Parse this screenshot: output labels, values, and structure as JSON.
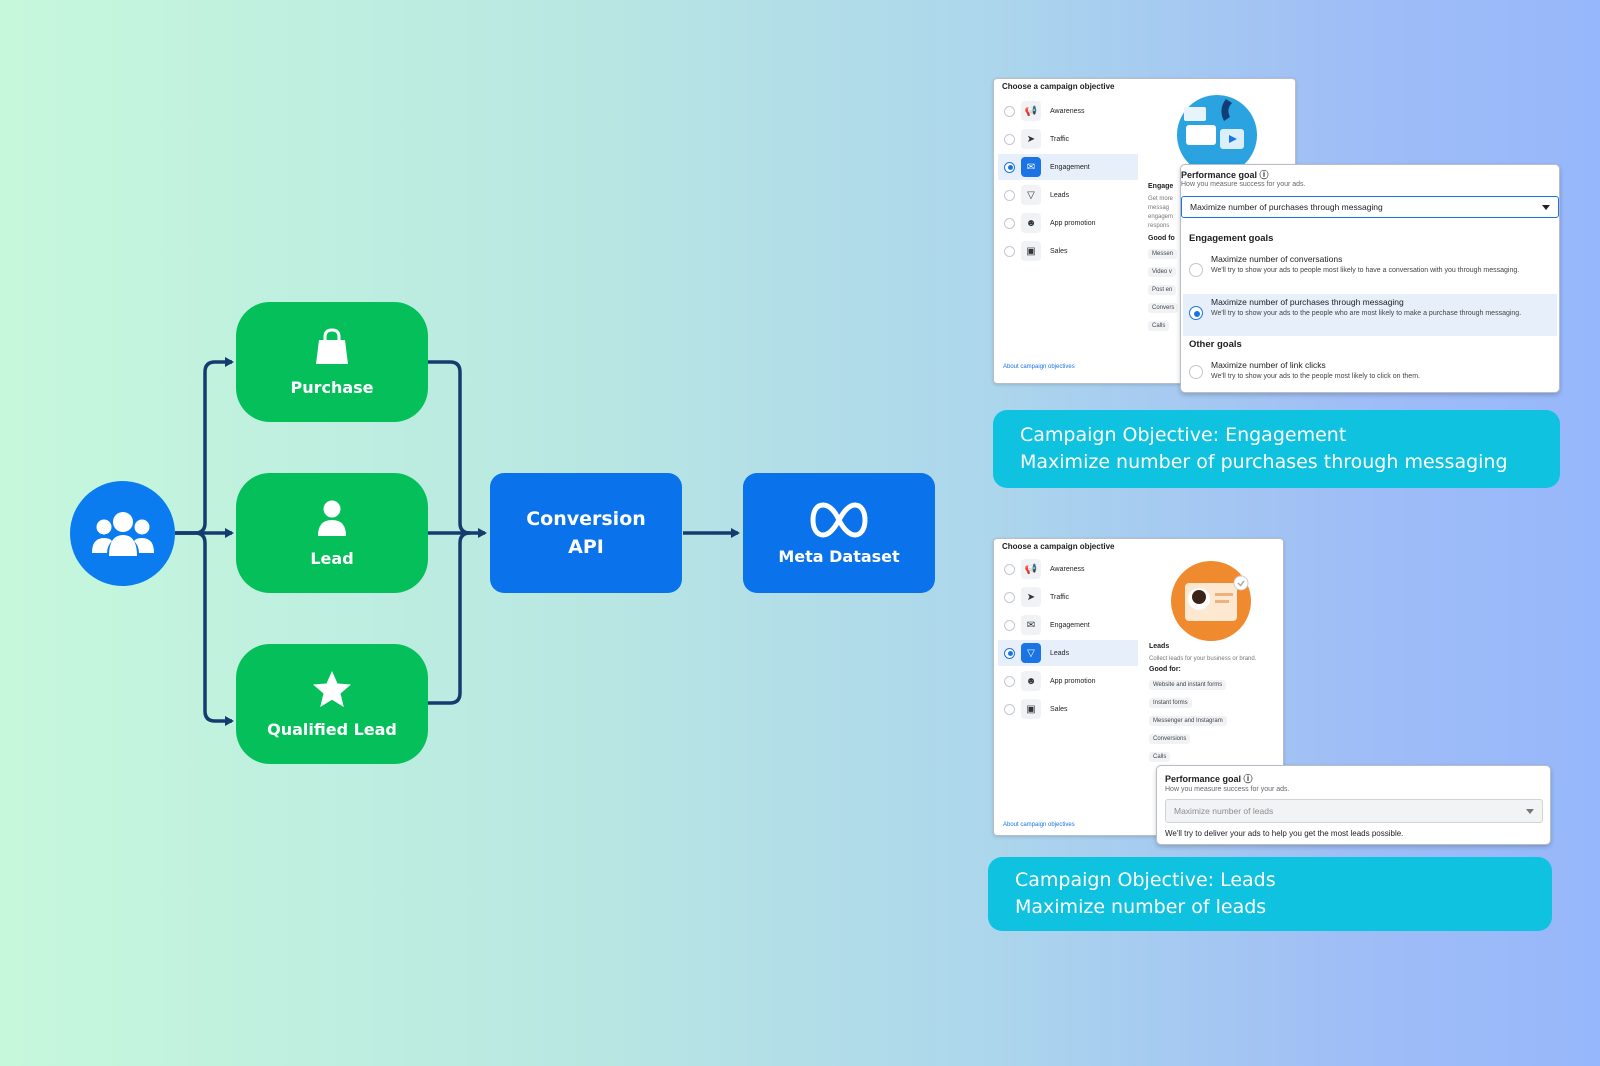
{
  "diagram": {
    "source_icon": "users-group-icon",
    "events": [
      {
        "label": "Purchase",
        "icon": "shopping-bag-icon"
      },
      {
        "label": "Lead",
        "icon": "person-icon"
      },
      {
        "label": "Qualified Lead",
        "icon": "star-icon"
      }
    ],
    "conversion_api": {
      "line1": "Conversion",
      "line2": "API"
    },
    "meta_dataset": {
      "label": "Meta Dataset",
      "icon": "meta-logo-icon"
    },
    "colors": {
      "event_green": "#05c05a",
      "api_blue": "#0a72ea",
      "arrow": "#143c6e",
      "caption": "#0ec2e0"
    }
  },
  "engagement_screen": {
    "title": "Choose a campaign objective",
    "objectives": [
      "Awareness",
      "Traffic",
      "Engagement",
      "Leads",
      "App promotion",
      "Sales"
    ],
    "selected": "Engagement",
    "about_link": "About campaign objectives",
    "detail_fragments": [
      "Engage",
      "Get more",
      "messag",
      "engagem",
      "respons",
      "Good fo",
      "Messen",
      "Video v",
      "Post en",
      "Convers",
      "Calls"
    ],
    "goal": {
      "title": "Performance goal",
      "subtitle": "How you measure success for your ads.",
      "select_value": "Maximize number of purchases through messaging",
      "group1": "Engagement goals",
      "options": [
        {
          "title": "Maximize number of conversations",
          "desc": "We'll try to show your ads to people most likely to have a conversation with you through messaging."
        },
        {
          "title": "Maximize number of purchases through messaging",
          "desc": "We'll try to show your ads to the people who are most likely to make a purchase through messaging."
        }
      ],
      "group2": "Other goals",
      "other_option": {
        "title": "Maximize number of link clicks",
        "desc": "We'll try to show your ads to the people most likely to click on them."
      }
    },
    "caption": {
      "line1": "Campaign Objective: Engagement",
      "line2": "Maximize number of purchases through messaging"
    }
  },
  "leads_screen": {
    "title": "Choose a campaign objective",
    "objectives": [
      "Awareness",
      "Traffic",
      "Engagement",
      "Leads",
      "App promotion",
      "Sales"
    ],
    "selected": "Leads",
    "about_link": "About campaign objectives",
    "detail": {
      "heading": "Leads",
      "desc": "Collect leads for your business or brand.",
      "good_for": "Good for:",
      "chips": [
        "Website and instant forms",
        "Instant forms",
        "Messenger and Instagram",
        "Conversions",
        "Calls"
      ]
    },
    "goal": {
      "title": "Performance goal",
      "subtitle": "How you measure success for your ads.",
      "select_value": "Maximize number of leads",
      "note": "We'll try to deliver your ads to help you get the most leads possible."
    },
    "caption": {
      "line1": "Campaign Objective: Leads",
      "line2": "Maximize number of leads"
    }
  }
}
